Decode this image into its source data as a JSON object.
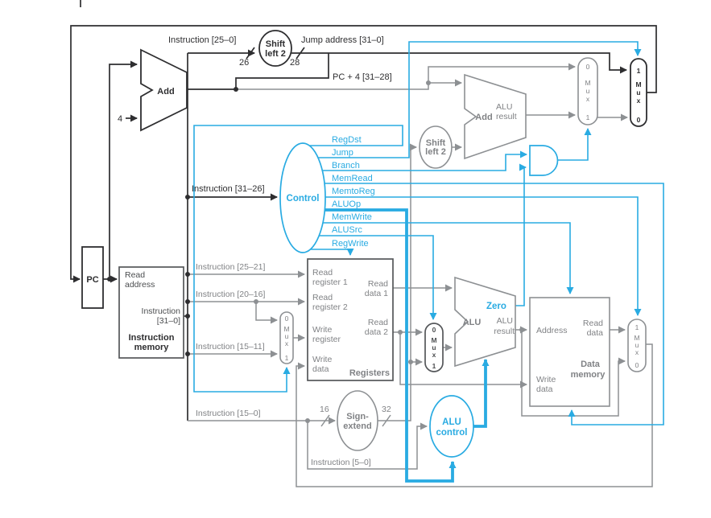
{
  "colors": {
    "accent": "#29abe2",
    "wire_gray": "#8d9093",
    "text_gray": "#808285",
    "dark": "#2e2e30"
  },
  "mux_letters": [
    "M",
    "u",
    "x"
  ],
  "top": {
    "instr_25_0": "Instruction [25–0]",
    "shift_left_2": [
      "Shift",
      "left 2"
    ],
    "jump_address": "Jump address [31–0]",
    "bus_26": "26",
    "bus_28": "28",
    "pc_plus_4": "PC + 4 [31–28]",
    "add_label": "Add",
    "four": "4"
  },
  "control": {
    "name": "Control",
    "input_label": "Instruction [31–26]",
    "signals": [
      "RegDst",
      "Jump",
      "Branch",
      "MemRead",
      "MemtoReg",
      "ALUOp",
      "MemWrite",
      "ALUSrc",
      "RegWrite"
    ]
  },
  "branch_unit": {
    "shift_left_2": [
      "Shift",
      "left 2"
    ],
    "add": "Add",
    "alu_result": [
      "ALU",
      "result"
    ]
  },
  "fetch": {
    "pc": "PC",
    "read_address": [
      "Read",
      "address"
    ],
    "instruction_out": [
      "Instruction",
      "[31–0]"
    ],
    "name": [
      "Instruction",
      "memory"
    ]
  },
  "fields": {
    "i25_21": "Instruction [25–21]",
    "i20_16": "Instruction [20–16]",
    "i15_11": "Instruction [15–11]",
    "i15_0": "Instruction [15–0]",
    "i5_0": "Instruction [5–0]"
  },
  "registers": {
    "read_reg_1": [
      "Read",
      "register 1"
    ],
    "read_reg_2": [
      "Read",
      "register 2"
    ],
    "write_reg": [
      "Write",
      "register"
    ],
    "write_data": [
      "Write",
      "data"
    ],
    "read_data_1": [
      "Read",
      "data 1"
    ],
    "read_data_2": [
      "Read",
      "data 2"
    ],
    "name": "Registers"
  },
  "alu": {
    "name": "ALU",
    "result": [
      "ALU",
      "result"
    ],
    "zero": "Zero"
  },
  "sign_extend": {
    "name": [
      "Sign-",
      "extend"
    ],
    "in_bits": "16",
    "out_bits": "32"
  },
  "alu_control": {
    "name": [
      "ALU",
      "control"
    ]
  },
  "data_memory": {
    "address": "Address",
    "read_data": [
      "Read",
      "data"
    ],
    "write_data": [
      "Write",
      "data"
    ],
    "name": [
      "Data",
      "memory"
    ]
  },
  "muxes": {
    "branch": {
      "in0": "0",
      "in1": "1"
    },
    "jump": {
      "in1": "1",
      "in0": "0"
    },
    "regdst": {
      "in0": "0",
      "in1": "1"
    },
    "alusrc": {
      "in0": "0",
      "in1": "1"
    },
    "memtoreg": {
      "in1": "1",
      "in0": "0"
    }
  }
}
